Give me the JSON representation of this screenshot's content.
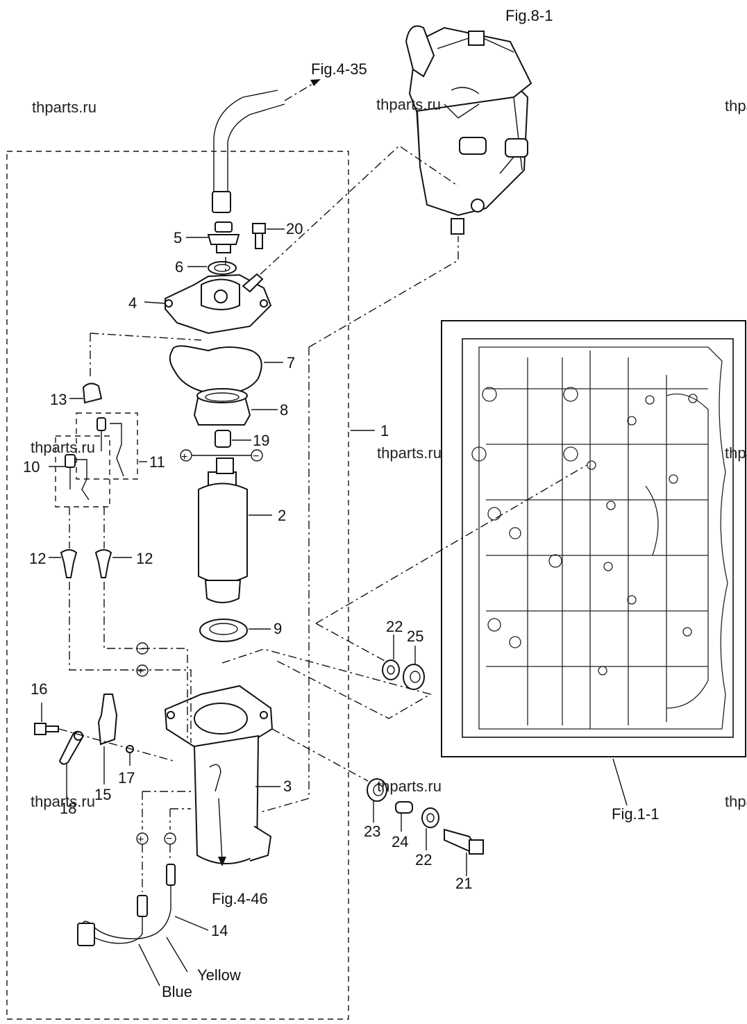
{
  "watermark": "thparts.ru",
  "references": {
    "fig_8_1": "Fig.8-1",
    "fig_4_35": "Fig.4-35",
    "fig_1_1": "Fig.1-1",
    "fig_4_46": "Fig.4-46"
  },
  "callouts": {
    "c1": "1",
    "c2": "2",
    "c3": "3",
    "c4": "4",
    "c5": "5",
    "c6": "6",
    "c7": "7",
    "c8": "8",
    "c9": "9",
    "c10": "10",
    "c11": "11",
    "c12": "12",
    "c13": "13",
    "c14": "14",
    "c15": "15",
    "c16": "16",
    "c17": "17",
    "c18": "18",
    "c19": "19",
    "c20": "20",
    "c21": "21",
    "c22": "22",
    "c23": "23",
    "c24": "24",
    "c25": "25"
  },
  "polarity": {
    "plus": "+",
    "minus": "−"
  },
  "wires": {
    "yellow": "Yellow",
    "blue": "Blue"
  }
}
